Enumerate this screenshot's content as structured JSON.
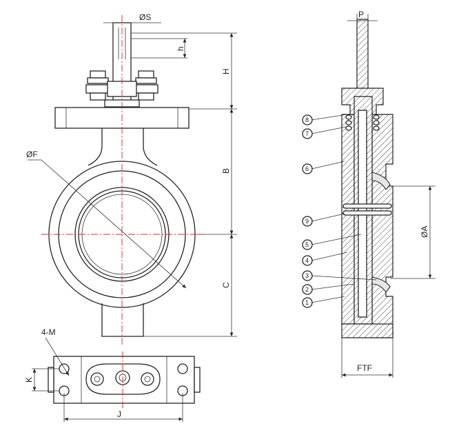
{
  "labels": {
    "stem_dia": "ØS",
    "key_h": "h",
    "height_H": "H",
    "height_B": "B",
    "height_C": "C",
    "bore_F": "ØF",
    "holes": "4-M",
    "dim_K": "K",
    "dim_J": "J",
    "dim_P": "P",
    "dim_A": "ØA",
    "dim_FTF": "FTF"
  },
  "parts": [
    "1",
    "2",
    "3",
    "4",
    "5",
    "6",
    "7",
    "8",
    "9"
  ]
}
